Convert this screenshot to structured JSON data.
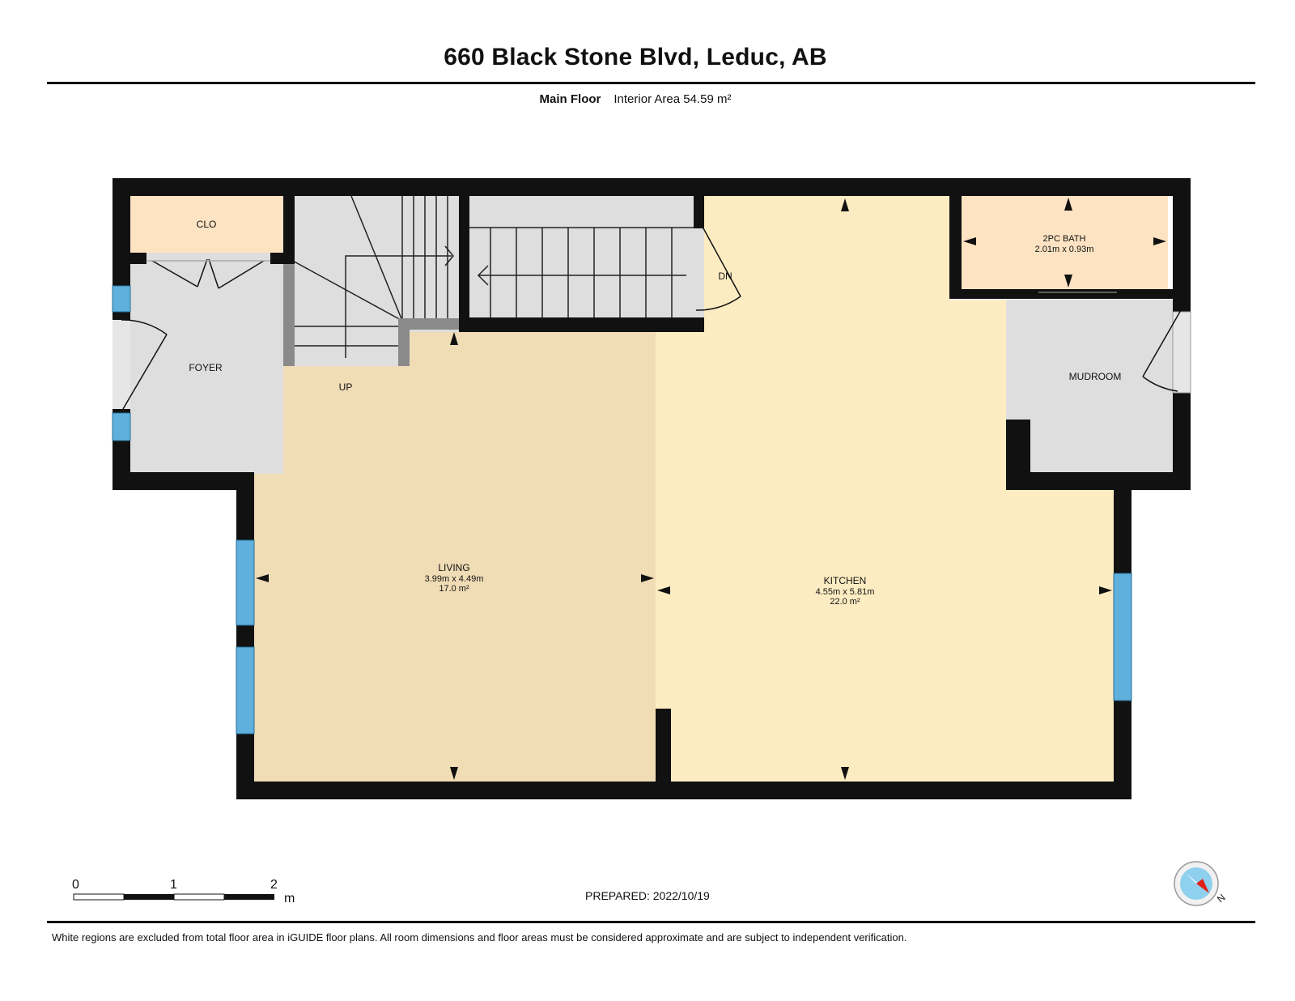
{
  "title": "660 Black Stone Blvd, Leduc, AB",
  "floor_name": "Main Floor",
  "interior_area": "Interior Area 54.59 m²",
  "rooms": {
    "clo": {
      "name": "CLO"
    },
    "foyer": {
      "name": "FOYER"
    },
    "up": {
      "name": "UP"
    },
    "dn": {
      "name": "DN"
    },
    "living": {
      "name": "LIVING",
      "dims": "3.99m x 4.49m",
      "area": "17.0 m²"
    },
    "kitchen": {
      "name": "KITCHEN",
      "dims": "4.55m x 5.81m",
      "area": "22.0 m²"
    },
    "bath": {
      "name": "2PC BATH",
      "dims": "2.01m x 0.93m"
    },
    "mudroom": {
      "name": "MUDROOM"
    }
  },
  "scale": {
    "ticks": [
      "0",
      "1",
      "2"
    ],
    "unit": "m"
  },
  "prepared": "PREPARED: 2022/10/19",
  "compass_label": "N",
  "footnote": "White regions are excluded from total floor area in iGUIDE floor plans. All room dimensions and floor areas must be considered approximate and are subject to independent verification.",
  "colors": {
    "wall": "#111111",
    "living": "#f0dcb5",
    "kitchen": "#fdecc2",
    "closet_bath": "#fde3c2",
    "grey_area": "#dedede",
    "window": "#5fb0dc"
  }
}
